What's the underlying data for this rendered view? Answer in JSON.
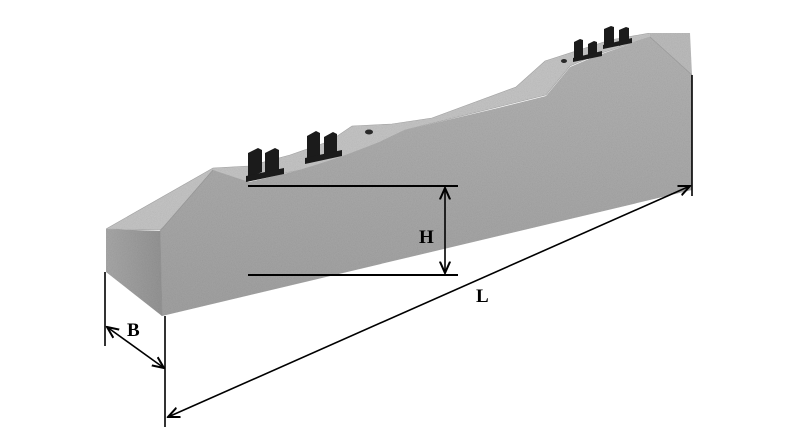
{
  "labels": {
    "height": "H",
    "length": "L",
    "width": "B"
  },
  "colors": {
    "concrete_front": "#9d9d9d",
    "concrete_side": "#b8b8b8",
    "concrete_top": "#c9c9c9",
    "fastener": "#1a1a1a",
    "dimension_line": "#000000",
    "background": "#ffffff"
  },
  "icons": {
    "rail_fastener": "rail-clip-icon",
    "bolt_hole": "bolt-hole-icon"
  }
}
